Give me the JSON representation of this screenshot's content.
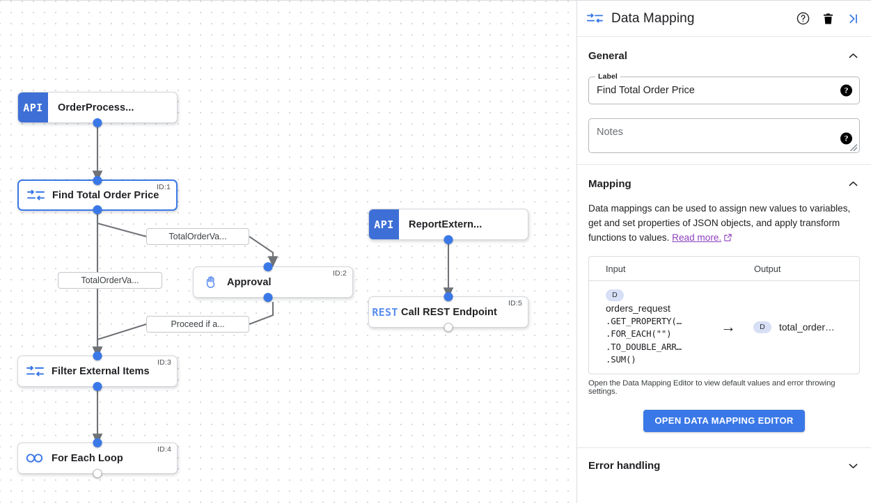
{
  "canvas": {
    "nodes": [
      {
        "id": "n0",
        "label": "OrderProcess...",
        "badge": "API",
        "idtag": ""
      },
      {
        "id": "n1",
        "label": "Find Total Order Price",
        "badge": "",
        "idtag": "ID:1"
      },
      {
        "id": "n2",
        "label": "Approval",
        "badge": "",
        "idtag": "ID:2"
      },
      {
        "id": "n3",
        "label": "Filter External Items",
        "badge": "",
        "idtag": "ID:3"
      },
      {
        "id": "n4",
        "label": "For Each Loop",
        "badge": "",
        "idtag": "ID:4"
      },
      {
        "id": "n5",
        "label": "ReportExtern...",
        "badge": "API",
        "idtag": ""
      },
      {
        "id": "n6",
        "label": "Call REST Endpoint",
        "badge": "REST",
        "idtag": "ID:5"
      }
    ],
    "edge_labels": [
      {
        "text": "TotalOrderVa..."
      },
      {
        "text": "TotalOrderVa..."
      },
      {
        "text": "Proceed if a..."
      }
    ],
    "colors": {
      "accent": "#3b78e7",
      "badge": "#3d6fd6",
      "rest_text": "#5b8dee",
      "edge": "#6f7276"
    }
  },
  "panel": {
    "title": "Data Mapping",
    "icons": {
      "title": "data-mapping-icon",
      "help": "help-icon",
      "delete": "trash-icon",
      "collapse": "collapse-panel-icon"
    },
    "general": {
      "title": "General",
      "label_legend": "Label",
      "label_value": "Find Total Order Price",
      "notes_placeholder": "Notes"
    },
    "mapping": {
      "title": "Mapping",
      "description": "Data mappings can be used to assign new values to variables, get and set properties of JSON objects, and apply transform functions to values.",
      "read_more": "Read more.",
      "table": {
        "headers": {
          "input": "Input",
          "output": "Output"
        },
        "row": {
          "input_chip": "D",
          "input_var": "orders_request",
          "input_expr": [
            ".GET_PROPERTY(…",
            ".FOR_EACH(\"\")",
            ".TO_DOUBLE_ARR…",
            ".SUM()"
          ],
          "arrow": "→",
          "output_chip": "D",
          "output_var": "total_order…"
        }
      },
      "hint": "Open the Data Mapping Editor to view default values and error throwing settings.",
      "button": "OPEN DATA MAPPING EDITOR"
    },
    "error_handling": {
      "title": "Error handling"
    }
  }
}
